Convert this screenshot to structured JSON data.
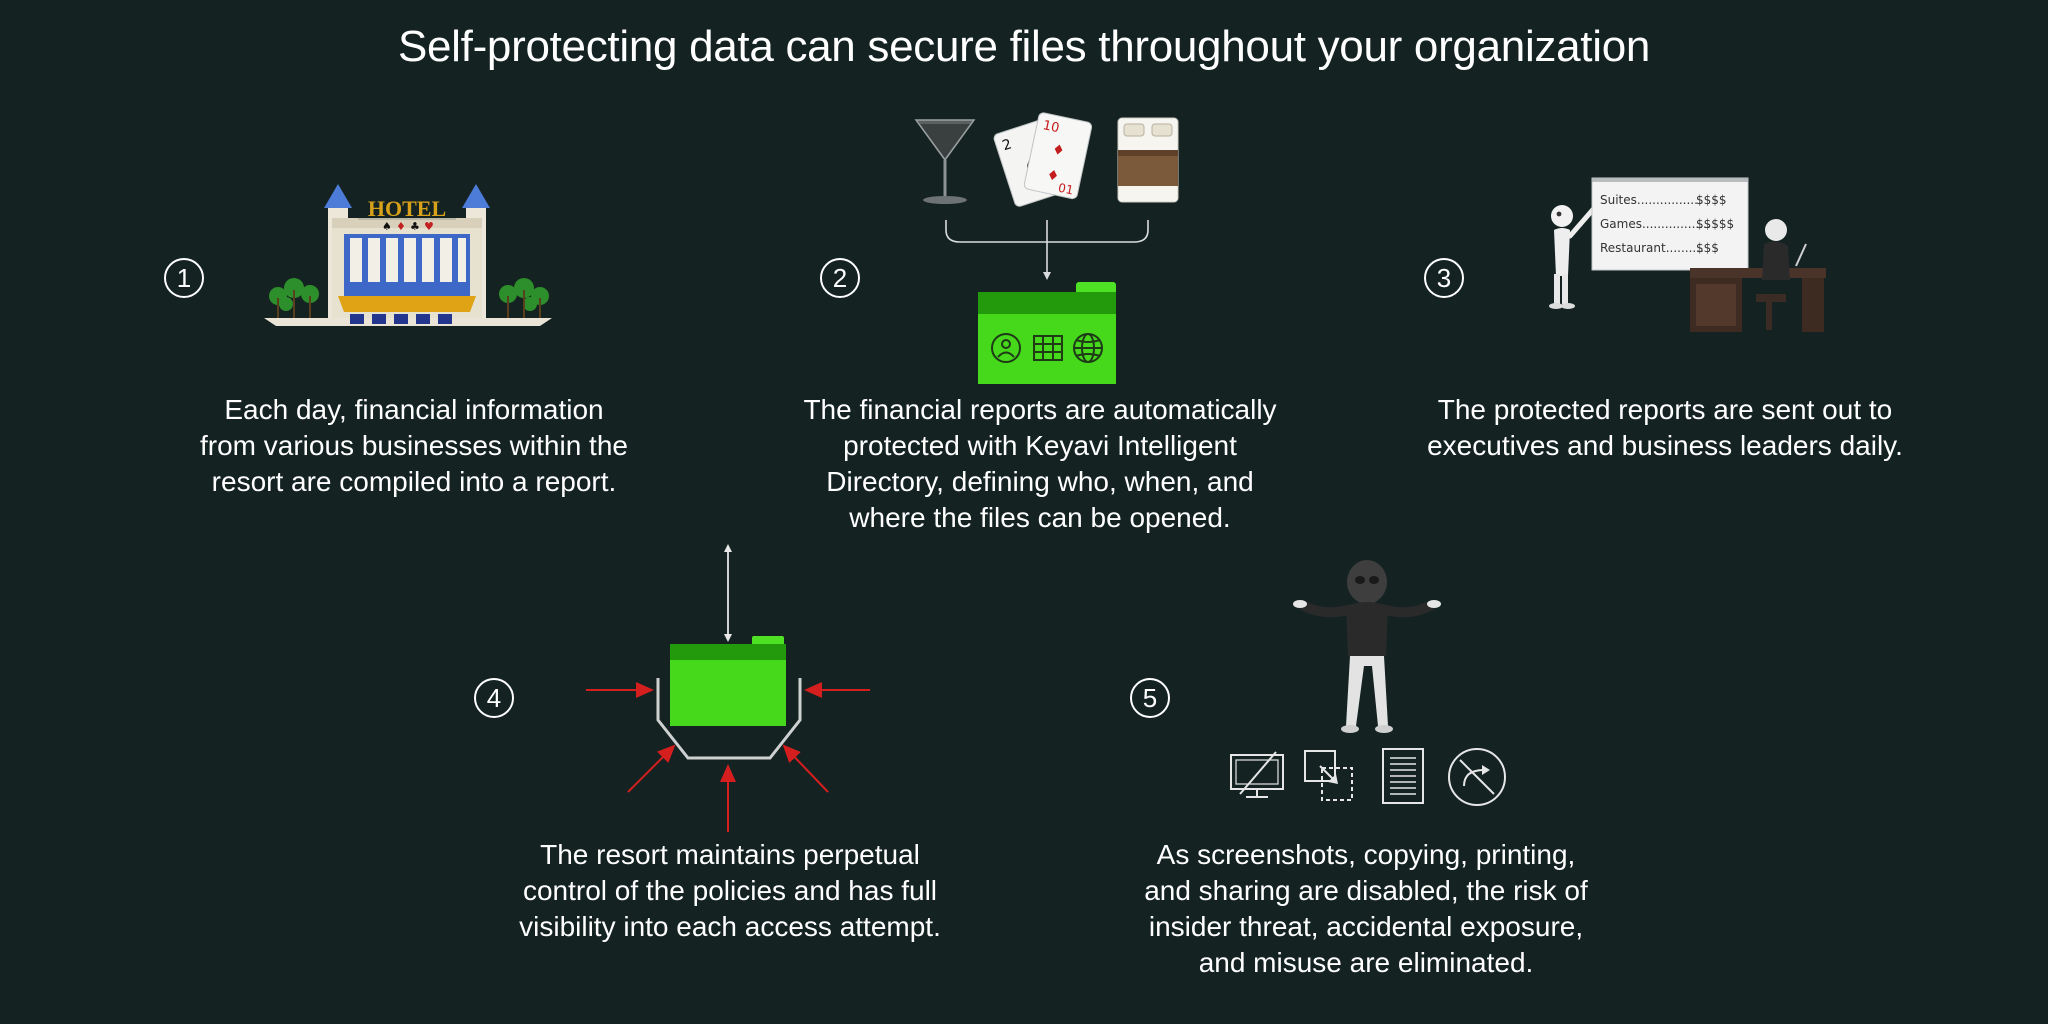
{
  "title": "Self-protecting data can secure files throughout your organization",
  "colors": {
    "background": "#142222",
    "folder_green": "#3fd118",
    "arrow_red": "#d51f1f",
    "text": "#ffffff"
  },
  "steps": [
    {
      "number": "1",
      "icon": "hotel-icon",
      "hotel_sign": "HOTEL",
      "caption_lines": [
        "Each day, financial information",
        "from various businesses within the",
        "resort are compiled into a report."
      ]
    },
    {
      "number": "2",
      "icons": [
        "martini-glass-icon",
        "playing-cards-icon",
        "bed-icon",
        "protected-folder-icon"
      ],
      "card_ranks": [
        "2",
        "10",
        "01"
      ],
      "caption_lines": [
        "The financial reports are automatically",
        "protected with Keyavi Intelligent",
        "Directory, defining who, when, and",
        "where the files can be opened."
      ]
    },
    {
      "number": "3",
      "icon": "presentation-icon",
      "board_rows": [
        {
          "label": "Suites.................",
          "value": "$$$$"
        },
        {
          "label": "Games..................",
          "value": "$$$$$"
        },
        {
          "label": "Restaurant..........",
          "value": "$$$"
        }
      ],
      "caption_lines": [
        "The protected reports are sent out to",
        "executives and business leaders daily."
      ]
    },
    {
      "number": "4",
      "icon": "folder-under-attack-icon",
      "caption_lines": [
        "The resort maintains perpetual",
        "control of the policies and has full",
        "visibility into each access attempt."
      ]
    },
    {
      "number": "5",
      "icons": [
        "shrugging-figure-icon",
        "no-screenshot-icon",
        "no-copy-icon",
        "no-print-icon",
        "no-share-icon"
      ],
      "caption_lines": [
        "As screenshots, copying, printing,",
        "and sharing are disabled, the risk of",
        "insider threat, accidental exposure,",
        "and misuse are eliminated."
      ]
    }
  ]
}
